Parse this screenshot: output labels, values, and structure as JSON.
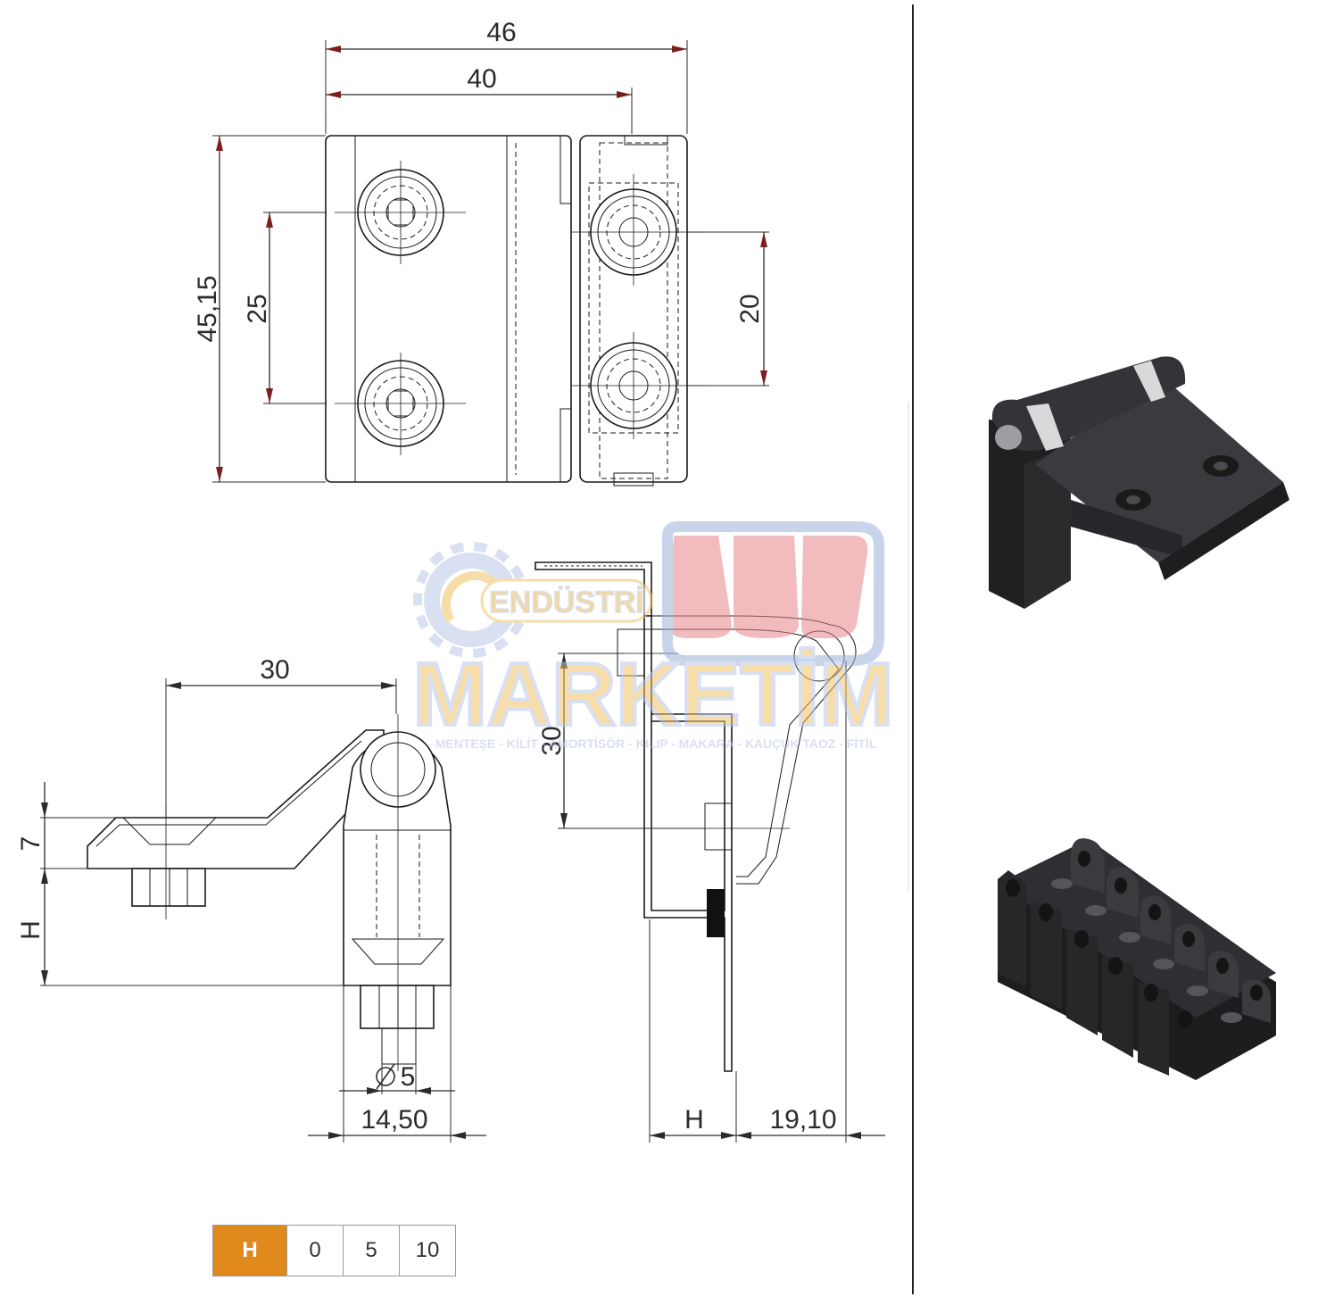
{
  "dimensions": {
    "top_view": {
      "overall_width": "46",
      "body_width": "40",
      "height": "45,15",
      "hole_pitch_left": "25",
      "hole_pitch_right": "20"
    },
    "side_view": {
      "arm_length": "30",
      "thickness": "7",
      "height": "H",
      "bolt_diameter": "5",
      "block_width": "14,50"
    },
    "install_view": {
      "vertical": "30",
      "gap": "H",
      "offset": "19,10"
    }
  },
  "watermark": {
    "top_word": "ENDÜSTRİ",
    "main_word": "MARKETİM",
    "tagline": "MENTEŞE - KİLİT - AMORTİSÖR - KILIP - MAKARA - KAUÇUK TAOZ - FİTİL"
  },
  "h_table": {
    "header": "H",
    "values": [
      "0",
      "5",
      "10"
    ]
  },
  "colors": {
    "accent": "#e08a1e",
    "dim_arrow": "#7a1f1f",
    "product": "#2e2f31"
  }
}
